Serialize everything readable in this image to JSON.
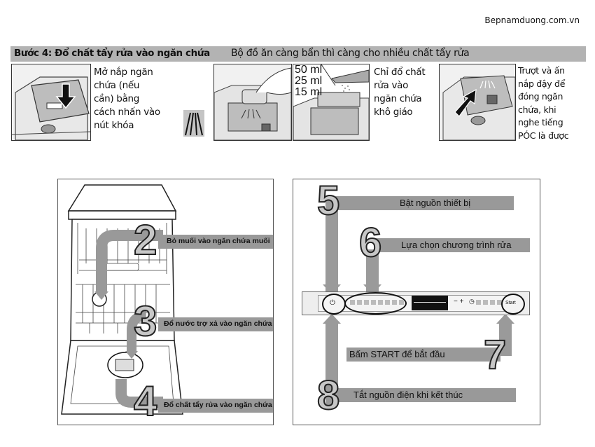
{
  "site": {
    "name": "Bepnamduong.com.vn"
  },
  "banner": {
    "title": "Bước 4: Đổ chất tẩy rửa vào ngăn chứa",
    "subtitle": "Bộ đồ ăn càng bẩn thì càng cho nhiều chất tẩy rửa"
  },
  "top_steps": [
    {
      "text_lines": [
        "Mở nắp ngăn",
        "chứa (nếu",
        "cần) bằng",
        "cách nhấn vào",
        "nút khóa"
      ]
    },
    {
      "measure_labels": [
        "50 ml",
        "25 ml",
        "15 ml"
      ]
    },
    {
      "text_lines": [
        "Chỉ đổ chất",
        "rửa vào",
        "ngăn chứa",
        "khô giáo"
      ]
    },
    {
      "text_lines": [
        "Trượt và ấn",
        "nắp đậy để",
        "đóng ngăn",
        "chứa, khi",
        "nghe tiếng",
        "PÓC là được"
      ]
    }
  ],
  "dishwasher_panel": {
    "steps": [
      {
        "number": "2",
        "label": "Bỏ muối vào ngăn chứa muối"
      },
      {
        "number": "3",
        "label": "Đổ nước trợ xả vào ngăn chứa"
      },
      {
        "number": "4",
        "label": "Đổ chất tẩy rửa vào ngăn chứa"
      }
    ]
  },
  "control_panel": {
    "steps": [
      {
        "number": "5",
        "label": "Bật nguồn thiết bị"
      },
      {
        "number": "6",
        "label": "Lựa chọn chương trình rửa"
      },
      {
        "number": "7",
        "label": "Bấm START để bắt đầu"
      },
      {
        "number": "8",
        "label": "Tắt nguồn điện khi kết thúc"
      }
    ],
    "start_button_label": "Start",
    "minus_plus": "− +"
  }
}
